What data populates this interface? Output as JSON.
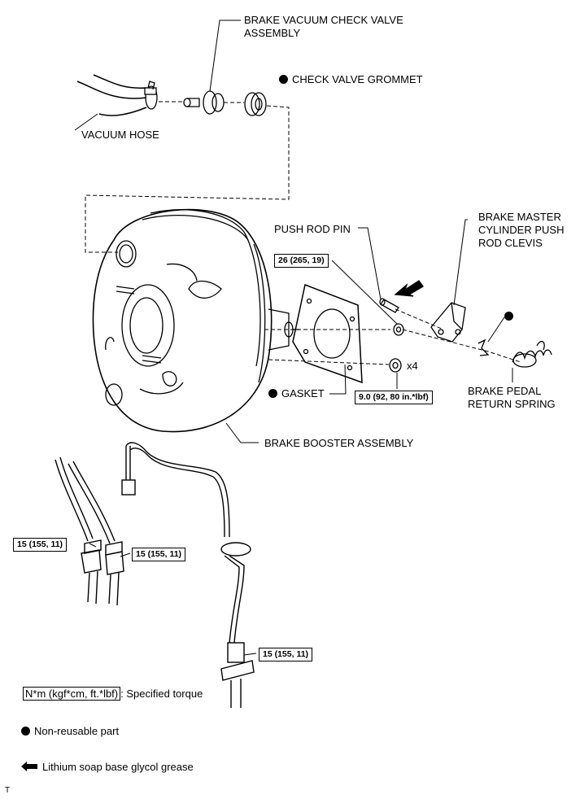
{
  "labels": {
    "check_valve": "BRAKE VACUUM CHECK VALVE\nASSEMBLY",
    "grommet": "CHECK VALVE GROMMET",
    "vacuum_hose": "VACUUM HOSE",
    "push_rod_pin": "PUSH ROD PIN",
    "clevis": "BRAKE MASTER\nCYLINDER PUSH\nROD CLEVIS",
    "gasket": "GASKET",
    "booster": "BRAKE BOOSTER ASSEMBLY",
    "return_spring": "BRAKE PEDAL\nRETURN SPRING",
    "qty": "x4"
  },
  "torques": {
    "push_rod_nut": "26 (265, 19)",
    "booster_nuts": "9.0 (92, 80 in.*lbf)",
    "line_left": "15 (155, 11)",
    "line_mid": "15 (155, 11)",
    "line_bottom": "15 (155, 11)"
  },
  "legend": {
    "torque_box": "N*m (kgf*cm, ft.*lbf)",
    "torque_text": ": Specified torque",
    "non_reusable": "Non-reusable part",
    "grease": "Lithium soap base glycol grease"
  },
  "corner_mark": "T"
}
